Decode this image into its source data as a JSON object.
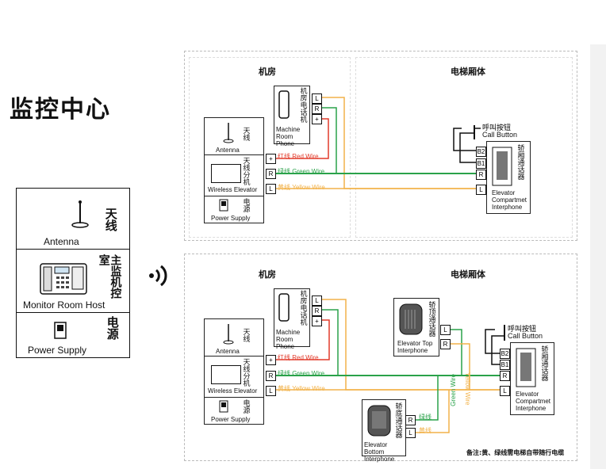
{
  "host": {
    "title": "监控中心",
    "antenna_cn": "天线",
    "antenna_en": "Antenna",
    "monitor_cn": "主监机控室",
    "monitor_en": "Monitor Room Host",
    "power_cn": "电源",
    "power_en": "Power Supply"
  },
  "top": {
    "machine_room": "机房",
    "elevator_car": "电梯厢体",
    "machine_phone_cn": "机房电话机",
    "machine_phone_en": "Machine Room Phone",
    "antenna_cn": "天线",
    "antenna_en": "Antenna",
    "wireless_cn": "天线分机",
    "wireless_en": "Wireless Elevator",
    "power_cn": "电源",
    "power_en": "Power Supply",
    "red_wire": "红线  Red Wire",
    "green_wire": "绿线  Green Wire",
    "yellow_wire": "黄线  Yellow Wire",
    "call_button_cn": "呼叫按钮",
    "call_button_en": "Call Button",
    "car_interphone_cn": "轿厢通话器",
    "car_interphone_en": "Elevator Compartmet Interphone"
  },
  "bottom": {
    "machine_room": "机房",
    "elevator_car": "电梯厢体",
    "machine_phone_cn": "机房电话机",
    "machine_phone_en": "Machine Room Phone",
    "antenna_cn": "天线",
    "antenna_en": "Antenna",
    "wireless_cn": "天线分机",
    "wireless_en": "Wireless Elevator",
    "power_cn": "电源",
    "power_en": "Power Supply",
    "red_wire": "红线  Red Wire",
    "green_wire": "绿线  Green Wire",
    "yellow_wire": "黄线  Yellow Wire",
    "top_interphone_cn": "轿顶通话器",
    "top_interphone_en": "Elevator Top Interphone",
    "bottom_interphone_cn": "轿底通话器",
    "bottom_interphone_en": "Elevator Bottom Interphone",
    "call_button_cn": "呼叫按钮",
    "call_button_en": "Call Button",
    "car_interphone_cn": "轿厢通话器",
    "car_interphone_en": "Elevator Compartmet Interphone",
    "green_short": "绿线",
    "yellow_short": "黄线",
    "green_wire_v": "Green Wire",
    "yellow_wire_v": "Yellow Wire",
    "note": "备注:黄、绿线需电梯自带随行电缆"
  },
  "ports": {
    "L": "L",
    "R": "R",
    "plus": "+",
    "B1": "B1",
    "B2": "B2"
  },
  "colors": {
    "red": "#e23a2a",
    "green": "#2aa24a",
    "yellow": "#f2b24a",
    "black": "#111111"
  }
}
